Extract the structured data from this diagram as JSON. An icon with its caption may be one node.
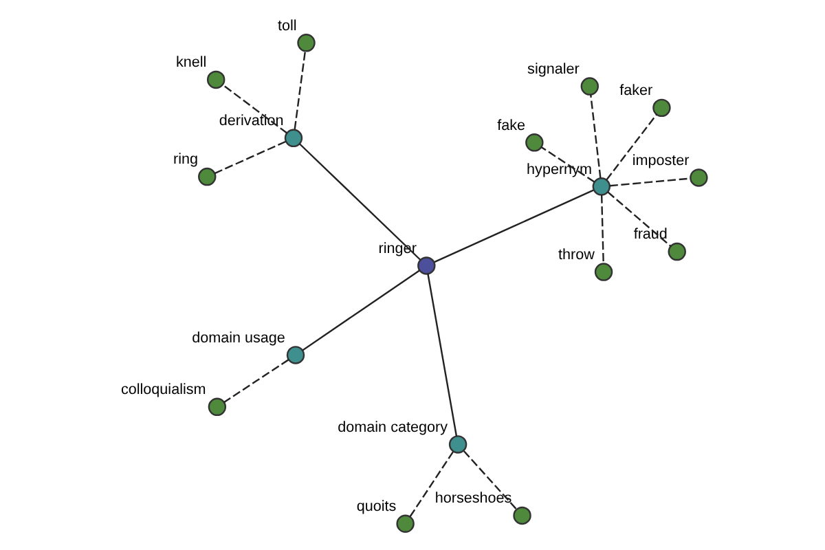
{
  "diagram": {
    "nodes": [
      {
        "text": [
          "ringer"
        ]
      },
      {
        "text": [
          "derivation"
        ]
      },
      {
        "text": [
          "ring"
        ]
      },
      {
        "text": [
          "knell"
        ]
      },
      {
        "text": [
          "toll"
        ]
      },
      {
        "text": [
          "domain usage"
        ]
      },
      {
        "text": [
          "colloquialism"
        ]
      },
      {
        "text": [
          "domain category"
        ]
      },
      {
        "text": [
          "quoits"
        ]
      },
      {
        "text": [
          "horseshoes"
        ]
      },
      {
        "text": [
          "hypernym"
        ]
      },
      {
        "text": [
          "fake"
        ]
      },
      {
        "text": [
          "imposter"
        ]
      },
      {
        "text": [
          "faker"
        ]
      },
      {
        "text": [
          "signaler"
        ]
      },
      {
        "text": [
          "throw"
        ]
      },
      {
        "text": [
          "fraud"
        ]
      }
    ],
    "edges": [
      {
        "from": 0,
        "to": 1,
        "arrow": "none"
      },
      {
        "from": 0,
        "to": 5,
        "arrow": "none"
      },
      {
        "from": 0,
        "to": 7,
        "arrow": "none"
      },
      {
        "from": 0,
        "to": 10,
        "arrow": "none"
      },
      {
        "from": 1,
        "to": 2,
        "arrow": "none",
        "style": "dashed"
      },
      {
        "from": 1,
        "to": 3,
        "arrow": "none",
        "style": "dashed"
      },
      {
        "from": 1,
        "to": 4,
        "arrow": "none",
        "style": "dashed"
      },
      {
        "from": 5,
        "to": 6,
        "arrow": "none",
        "style": "dashed"
      },
      {
        "from": 7,
        "to": 8,
        "arrow": "none",
        "style": "dashed"
      },
      {
        "from": 7,
        "to": 9,
        "arrow": "none",
        "style": "dashed"
      },
      {
        "from": 10,
        "to": 11,
        "arrow": "none",
        "style": "dashed"
      },
      {
        "from": 10,
        "to": 12,
        "arrow": "none",
        "style": "dashed"
      },
      {
        "from": 10,
        "to": 13,
        "arrow": "none",
        "style": "dashed"
      },
      {
        "from": 10,
        "to": 14,
        "arrow": "none",
        "style": "dashed"
      },
      {
        "from": 10,
        "to": 15,
        "arrow": "none",
        "style": "dashed"
      },
      {
        "from": 10,
        "to": 16,
        "arrow": "none",
        "style": "dashed"
      }
    ]
  }
}
